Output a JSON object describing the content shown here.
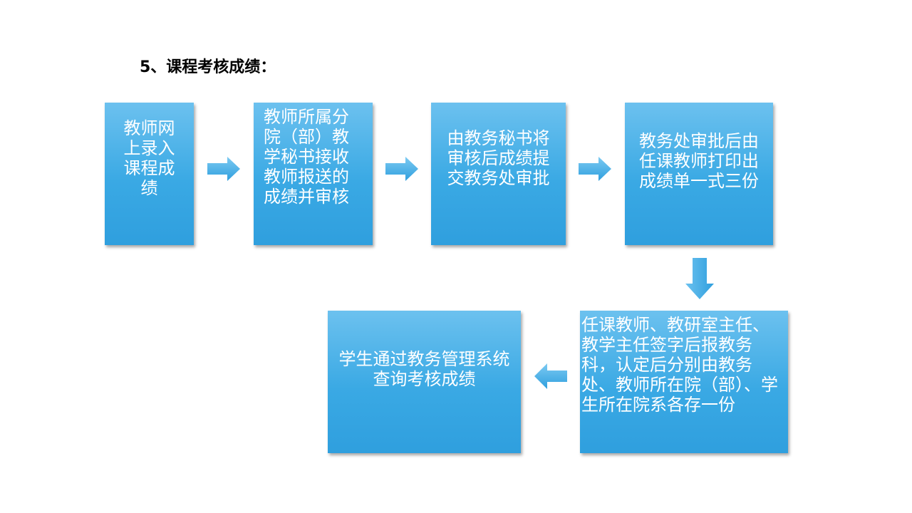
{
  "title": "5、课程考核成绩：",
  "steps": [
    {
      "text": "教师网上录入课程成绩"
    },
    {
      "text": "教师所属分院（部）教学秘书接收教师报送的成绩并审核"
    },
    {
      "text": "由教务秘书将审核后成绩提交教务处审批"
    },
    {
      "text": "教务处审批后由任课教师打印出成绩单一式三份"
    },
    {
      "text": "任课教师、教研室主任、教学主任签字后报教务科，认定后分别由教务处、教师所在院（部）、学生所在院系各存一份"
    },
    {
      "text": "学生通过教务管理系统查询考核成绩"
    }
  ],
  "colors": {
    "box_top": "#6cc1ef",
    "box_bottom": "#2f9fde",
    "text": "#ffffff"
  }
}
